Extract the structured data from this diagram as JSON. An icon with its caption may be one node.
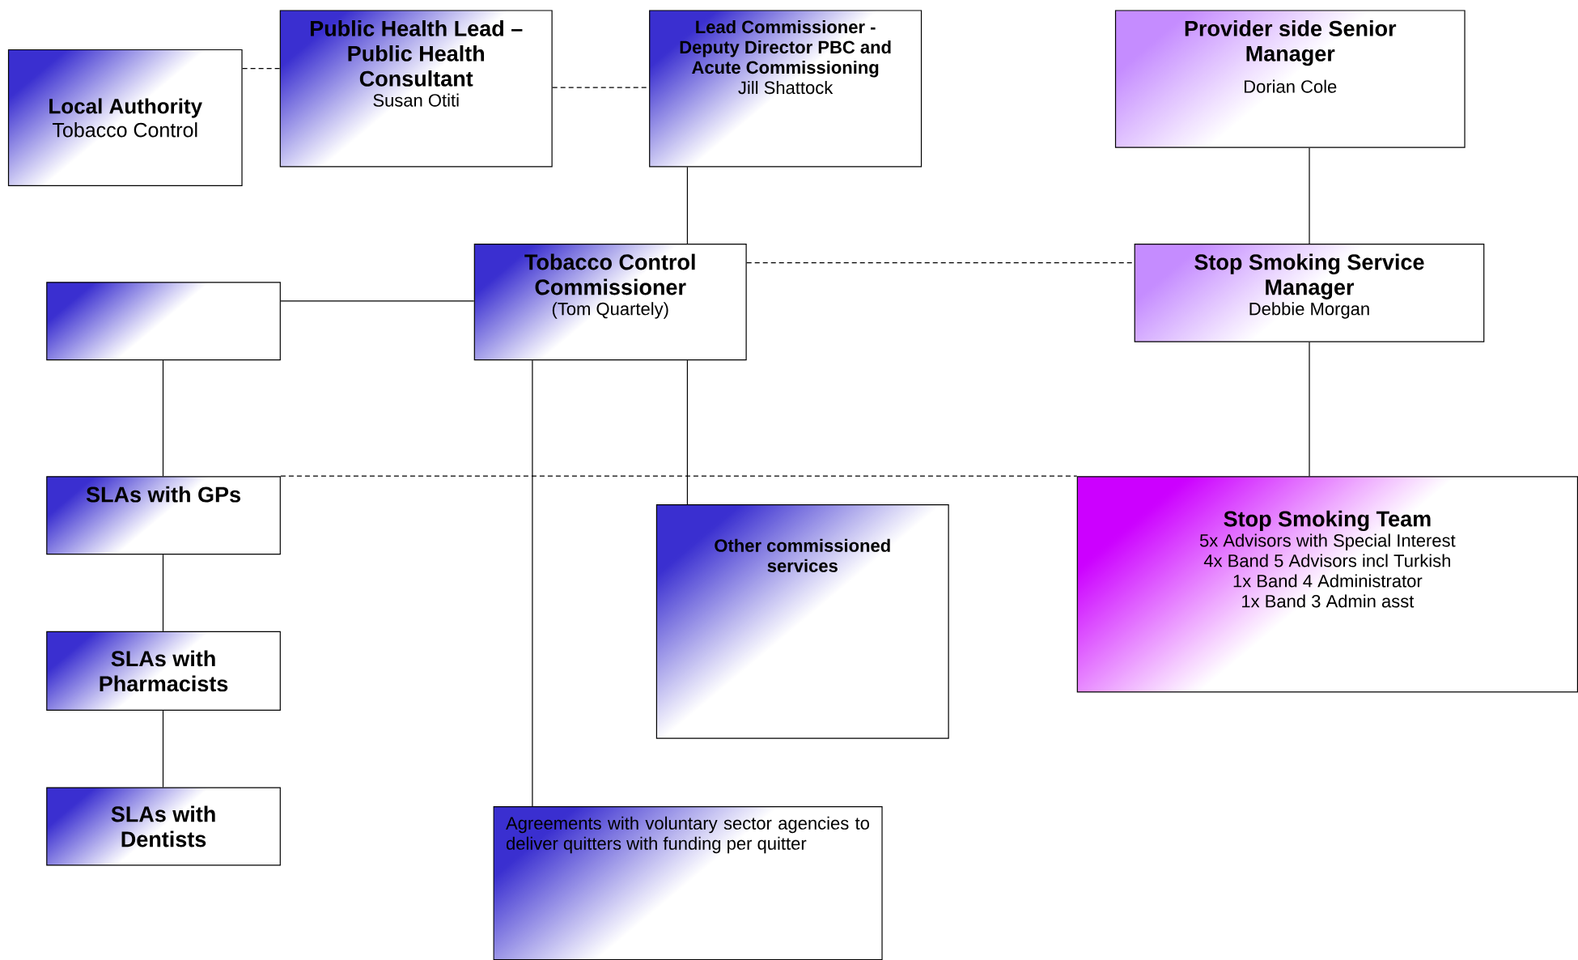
{
  "diagram": {
    "nodes": [
      {
        "text": [
          "Local Authority",
          "Tobacco Control"
        ]
      },
      {
        "text": [
          "Public Health Lead – Public Health Consultant",
          "Susan Otiti"
        ]
      },
      {
        "text": [
          "Lead Commissioner - Deputy Director PBC and Acute Commissioning",
          "Jill Shattock"
        ]
      },
      {
        "text": [
          "Provider side Senior Manager",
          "Dorian Cole"
        ]
      },
      {
        "text": [],
        "shape": "box"
      },
      {
        "text": [
          "Tobacco Control Commissioner",
          "(Tom Quartely)"
        ]
      },
      {
        "text": [
          "Stop Smoking Service Manager",
          "Debbie Morgan"
        ]
      },
      {
        "text": [
          "SLAs with GPs"
        ]
      },
      {
        "text": [
          "Other commissioned services"
        ]
      },
      {
        "text": [
          "Stop Smoking Team",
          "5x Advisors with Special Interest",
          "4x Band 5 Advisors incl Turkish",
          "1x Band 4 Administrator",
          "1x Band 3 Admin asst"
        ]
      },
      {
        "text": [
          "SLAs with Pharmacists"
        ]
      },
      {
        "text": [
          "SLAs with Dentists"
        ]
      },
      {
        "text": [
          "Agreements with voluntary sector agencies to deliver quitters with funding per quitter"
        ]
      }
    ],
    "edges": [
      {
        "from": 0,
        "to": 1,
        "arrow": "none",
        "style": "dashed"
      },
      {
        "from": 1,
        "to": 2,
        "arrow": "none",
        "style": "dashed"
      },
      {
        "from": 2,
        "to": 5,
        "arrow": "none"
      },
      {
        "from": 4,
        "to": 5,
        "arrow": "none"
      },
      {
        "from": 5,
        "to": 6,
        "arrow": "none",
        "style": "dashed"
      },
      {
        "from": 3,
        "to": 6,
        "arrow": "none"
      },
      {
        "from": 6,
        "to": 9,
        "arrow": "none"
      },
      {
        "from": 4,
        "to": 7,
        "arrow": "none"
      },
      {
        "from": 7,
        "to": 9,
        "arrow": "none",
        "style": "dashed"
      },
      {
        "from": 5,
        "to": 8,
        "arrow": "none"
      },
      {
        "from": 5,
        "to": 12,
        "arrow": "none"
      },
      {
        "from": 7,
        "to": 10,
        "arrow": "none"
      },
      {
        "from": 10,
        "to": 11,
        "arrow": "none"
      }
    ]
  }
}
